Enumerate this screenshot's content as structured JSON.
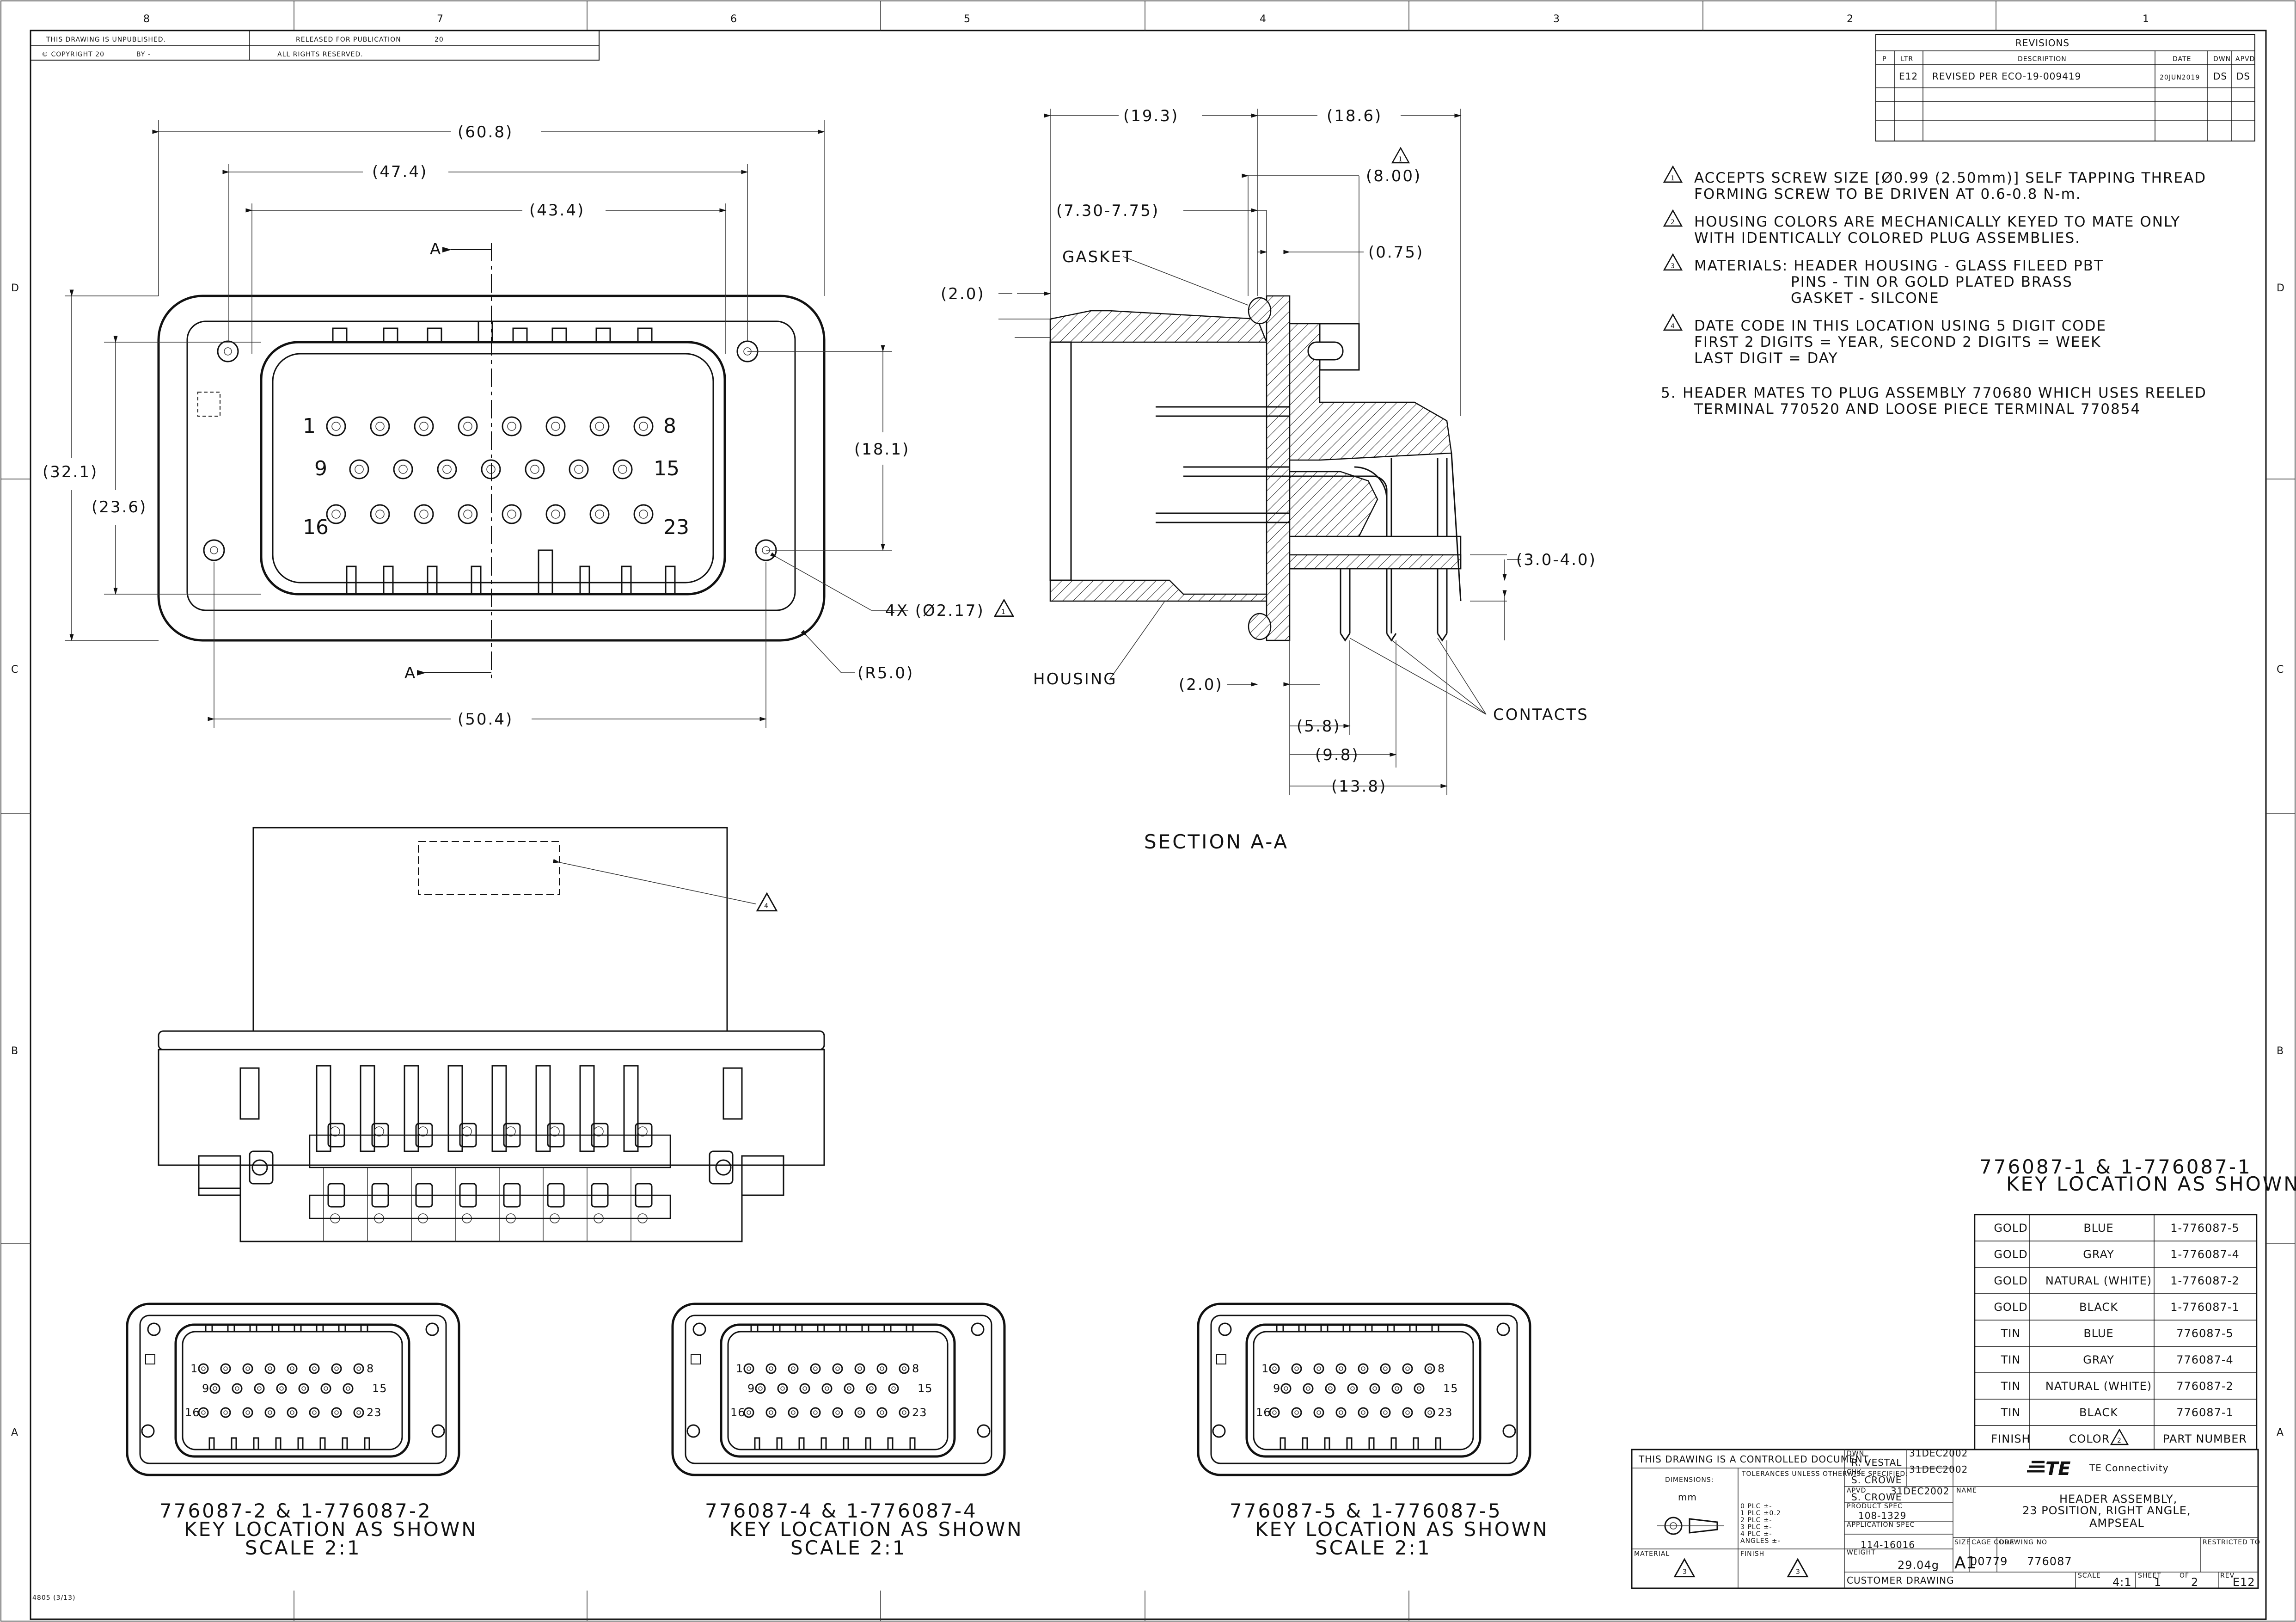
{
  "frame": {
    "zones_top": [
      "8",
      "7",
      "6",
      "5",
      "4",
      "3",
      "2",
      "1"
    ],
    "zones_side": [
      "D",
      "C",
      "B",
      "A"
    ],
    "unpublished": "THIS DRAWING IS UNPUBLISHED.",
    "copyright": "© COPYRIGHT 20",
    "by": "BY -",
    "released": "RELEASED FOR PUBLICATION",
    "rights": "ALL RIGHTS RESERVED.",
    "year": "20",
    "form_code": "4805 (3/13)"
  },
  "revisions": {
    "title": "REVISIONS",
    "headers": [
      "P",
      "LTR",
      "DESCRIPTION",
      "DATE",
      "DWN",
      "APVD"
    ],
    "row": {
      "ltr": "E12",
      "description": "REVISED PER ECO-19-009419",
      "date": "20JUN2019",
      "dwn": "DS",
      "apvd": "DS"
    }
  },
  "notes": [
    {
      "mark": "1",
      "text1": "ACCEPTS SCREW SIZE [Ø0.99 (2.50mm)] SELF TAPPING THREAD",
      "text2": "FORMING SCREW TO BE DRIVEN AT 0.6-0.8 N-m."
    },
    {
      "mark": "2",
      "text1": "HOUSING COLORS ARE MECHANICALLY KEYED TO MATE ONLY",
      "text2": "WITH IDENTICALLY COLORED PLUG ASSEMBLIES."
    },
    {
      "mark": "3",
      "text1": "MATERIALS: HEADER HOUSING - GLASS FILEED PBT",
      "text2": "PINS - TIN OR GOLD PLATED BRASS",
      "text3": "GASKET - SILCONE"
    },
    {
      "mark": "4",
      "text1": "DATE CODE IN THIS LOCATION USING 5 DIGIT CODE",
      "text2": "FIRST 2 DIGITS = YEAR, SECOND 2 DIGITS = WEEK",
      "text3": "LAST DIGIT = DAY"
    },
    {
      "mark": "5.",
      "text1": "HEADER MATES TO PLUG ASSEMBLY 770680 WHICH USES REELED",
      "text2": "TERMINAL 770520 AND LOOSE PIECE TERMINAL 770854"
    }
  ],
  "front_view": {
    "dims": {
      "d608": "(60.8)",
      "d474": "(47.4)",
      "d434": "(43.4)",
      "d321": "(32.1)",
      "d236": "(23.6)",
      "d181": "(18.1)",
      "d504": "(50.4)",
      "r5": "(R5.0)",
      "hole": "4X (Ø2.17)"
    },
    "section_mark": "A",
    "pin_labels": {
      "p1": "1",
      "p8": "8",
      "p9": "9",
      "p15": "15",
      "p16": "16",
      "p23": "23"
    }
  },
  "section_view": {
    "title": "SECTION  A-A",
    "dims": {
      "d193": "(19.3)",
      "d186": "(18.6)",
      "d800": "(8.00)",
      "d730": "(7.30-7.75)",
      "d075": "(0.75)",
      "d20a": "(2.0)",
      "d20b": "(2.0)",
      "d3040": "(3.0-4.0)",
      "d58": "(5.8)",
      "d98": "(9.8)",
      "d138": "(13.8)"
    },
    "labels": {
      "gasket": "GASKET",
      "housing": "HOUSING",
      "contacts": "CONTACTS"
    }
  },
  "key_views": [
    {
      "title": "776087-2 & 1-776087-2",
      "sub": "KEY LOCATION AS SHOWN",
      "scale": "SCALE  2:1"
    },
    {
      "title": "776087-4 & 1-776087-4",
      "sub": "KEY LOCATION AS SHOWN",
      "scale": "SCALE  2:1"
    },
    {
      "title": "776087-5 & 1-776087-5",
      "sub": "KEY LOCATION AS SHOWN",
      "scale": "SCALE  2:1"
    }
  ],
  "shown_key": {
    "title": "776087-1 & 1-776087-1",
    "sub": "KEY LOCATION AS SHOWN"
  },
  "part_table": {
    "rows": [
      [
        "GOLD",
        "BLUE",
        "1-776087-5"
      ],
      [
        "GOLD",
        "GRAY",
        "1-776087-4"
      ],
      [
        "GOLD",
        "NATURAL (WHITE)",
        "1-776087-2"
      ],
      [
        "GOLD",
        "BLACK",
        "1-776087-1"
      ],
      [
        "TIN",
        "BLUE",
        "776087-5"
      ],
      [
        "TIN",
        "GRAY",
        "776087-4"
      ],
      [
        "TIN",
        "NATURAL (WHITE)",
        "776087-2"
      ],
      [
        "TIN",
        "BLACK",
        "776087-1"
      ]
    ],
    "headers": [
      "FINISH",
      "COLOR",
      "PART NUMBER"
    ]
  },
  "title_block": {
    "controlled": "THIS DRAWING IS A CONTROLLED DOCUMENT.",
    "dimensions": "DIMENSIONS:",
    "units": "mm",
    "tolerances": "TOLERANCES UNLESS OTHERWISE SPECIFIED:",
    "tol_rows": [
      "0 PLC  ±-",
      "1 PLC  ±0.2",
      "2 PLC  ±-",
      "3 PLC  ±-",
      "4 PLC  ±-",
      "ANGLES  ±-"
    ],
    "dwn_label": "DWN",
    "dwn_name": "R. VESTAL",
    "dwn_date": "31DEC2002",
    "chk_label": "CHK",
    "chk_name": "S. CROWE",
    "chk_date": "31DEC2002",
    "apvd_label": "APVD",
    "apvd_name": "S. CROWE",
    "apvd_date": "31DEC2002",
    "product_spec_label": "PRODUCT SPEC",
    "product_spec": "108-1329",
    "app_spec_label": "APPLICATION SPEC",
    "app_spec": "114-16016",
    "weight_label": "WEIGHT",
    "weight": "29.04g",
    "material_label": "MATERIAL",
    "finish_label": "FINISH",
    "customer": "CUSTOMER DRAWING",
    "company": "TE Connectivity",
    "logo": "TE",
    "name_label": "NAME",
    "name1": "HEADER ASSEMBLY,",
    "name2": "23 POSITION, RIGHT ANGLE,",
    "name3": "AMPSEAL",
    "size_label": "SIZE",
    "size": "A1",
    "cage_label": "CAGE CODE",
    "cage": "00779",
    "dwg_label": "DRAWING NO",
    "dwg": "776087",
    "restricted": "RESTRICTED TO",
    "scale_label": "SCALE",
    "scale": "4:1",
    "sheet_label": "SHEET",
    "sheet": "1",
    "of_label": "OF",
    "of": "2",
    "rev_label": "REV",
    "rev": "E12"
  }
}
